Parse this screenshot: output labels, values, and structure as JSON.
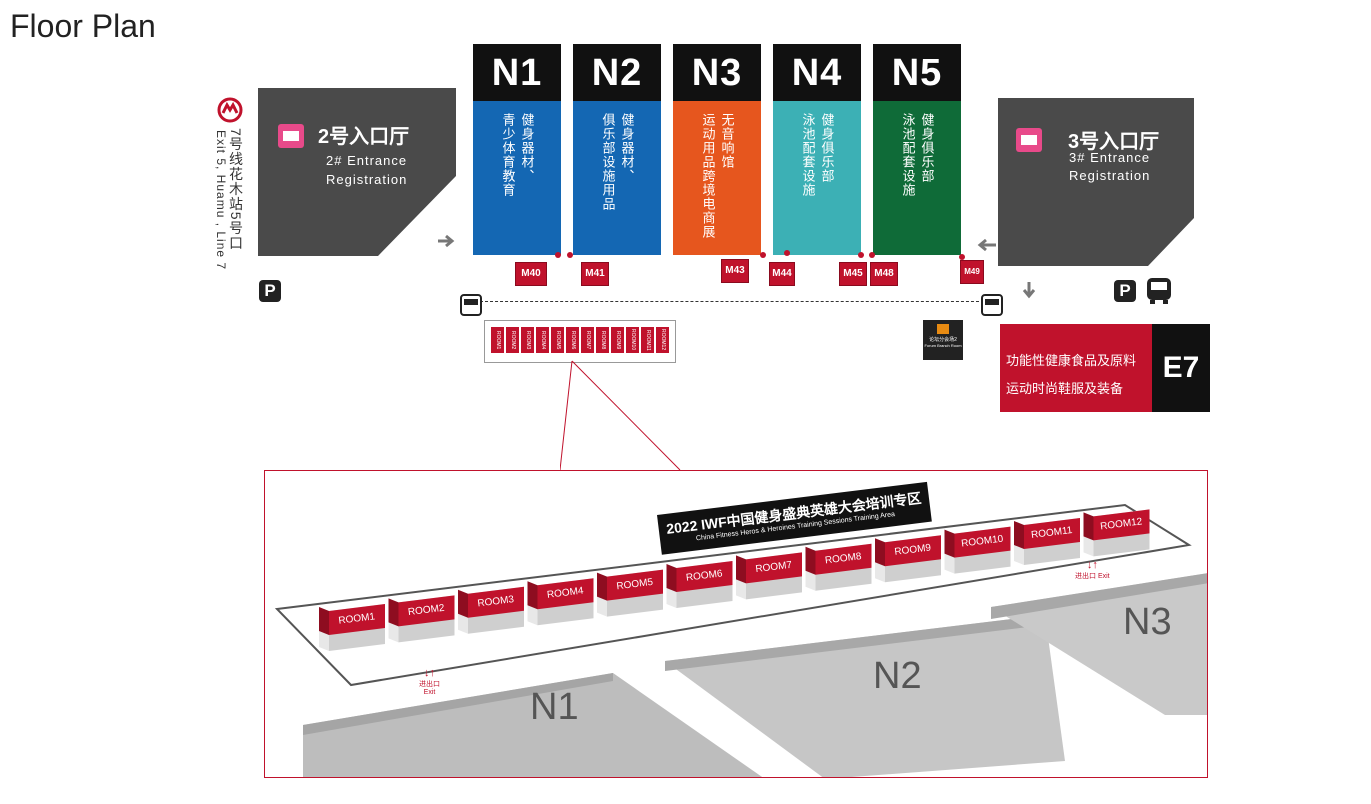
{
  "page_title": "Floor Plan",
  "halls": [
    {
      "id": "N1",
      "color": "#1467b3",
      "cols": [
        "青少体育教育",
        "健身器材、"
      ]
    },
    {
      "id": "N2",
      "color": "#1467b3",
      "cols": [
        "俱乐部设施用品",
        "健身器材、"
      ]
    },
    {
      "id": "N3",
      "color": "#e6561e",
      "cols": [
        "运动用品跨境电商展",
        "无音响馆"
      ]
    },
    {
      "id": "N4",
      "color": "#3cb0b5",
      "cols": [
        "泳池配套设施",
        "健身俱乐部"
      ]
    },
    {
      "id": "N5",
      "color": "#0f6b38",
      "cols": [
        "泳池配套设施",
        "健身俱乐部"
      ]
    }
  ],
  "m_tags": [
    "M40",
    "M41",
    "M43",
    "M44",
    "M45",
    "M48",
    "M49"
  ],
  "entrance_left": {
    "title": "2号入口厅",
    "line1": "2# Entrance",
    "line2": "Registration"
  },
  "entrance_right": {
    "title": "3号入口厅",
    "line1": "3# Entrance",
    "line2": "Registration"
  },
  "metro": {
    "text_cn": "7号线花木站5号口",
    "text_en": "Exit 5, Huamu , Line 7"
  },
  "parking_label": "P",
  "e7": {
    "id": "E7",
    "line1": "功能性健康食品及原料",
    "line2": "运动时尚鞋服及装备"
  },
  "forum": {
    "cn": "论坛分会场2",
    "en": "Forum Branch Room"
  },
  "mini_rooms": [
    "ROOM1",
    "ROOM2",
    "ROOM3",
    "ROOM4",
    "ROOM5",
    "ROOM6",
    "ROOM7",
    "ROOM8",
    "ROOM9",
    "ROOM10",
    "ROOM11",
    "ROOM12"
  ],
  "detail": {
    "banner_title": "2022 IWF中国健身盛典英雄大会培训专区",
    "banner_sub": "China Fitness Heros & Heroines Training Sessions Training Area",
    "rooms": [
      "ROOM1",
      "ROOM2",
      "ROOM3",
      "ROOM4",
      "ROOM5",
      "ROOM6",
      "ROOM7",
      "ROOM8",
      "ROOM9",
      "ROOM10",
      "ROOM11",
      "ROOM12"
    ],
    "exit_cn": "进出口",
    "exit_en": "Exit",
    "hall_labels": [
      "N1",
      "N2",
      "N3"
    ]
  },
  "colors": {
    "red": "#c0122c",
    "dark_gray": "#4a4a4a",
    "n_blue": "#1467b3",
    "n_orange": "#e6561e",
    "n_teal": "#3cb0b5",
    "n_green": "#0f6b38"
  }
}
